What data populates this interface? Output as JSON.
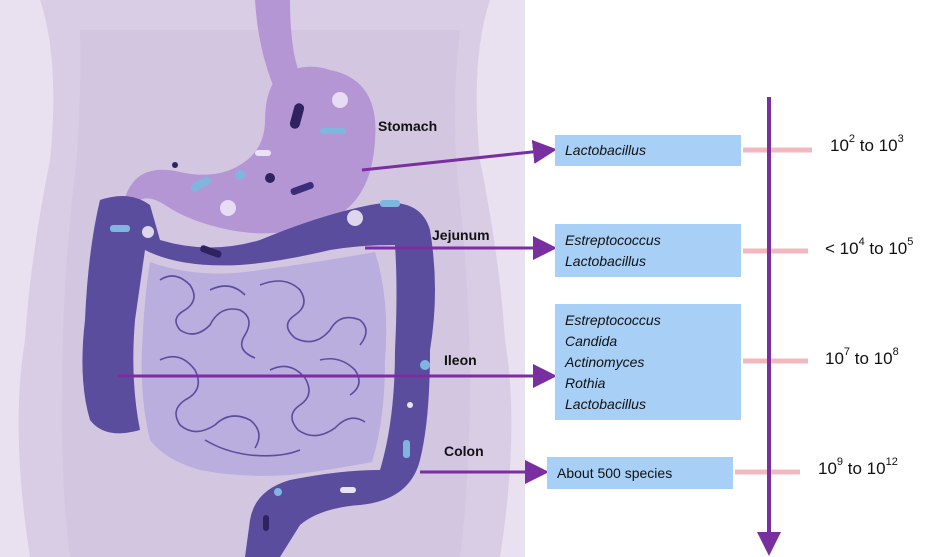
{
  "regions": [
    {
      "name": "Stomach",
      "species": [
        "Lactobacillus"
      ],
      "italic": true,
      "count": {
        "low_base": "10",
        "low_exp": "2",
        "joiner": "to",
        "high_base": "10",
        "high_exp": "3",
        "prefix": ""
      }
    },
    {
      "name": "Jejunum",
      "species": [
        "Estreptococcus",
        "Lactobacillus"
      ],
      "italic": true,
      "count": {
        "low_base": "10",
        "low_exp": "4",
        "joiner": "to",
        "high_base": "10",
        "high_exp": "5",
        "prefix": "<"
      }
    },
    {
      "name": "Ileon",
      "species": [
        "Estreptococcus",
        "Candida",
        "Actinomyces",
        "Rothia",
        "Lactobacillus"
      ],
      "italic": true,
      "count": {
        "low_base": "10",
        "low_exp": "7",
        "joiner": "to",
        "high_base": "10",
        "high_exp": "8",
        "prefix": ""
      }
    },
    {
      "name": "Colon",
      "species": [
        "About 500 species"
      ],
      "italic": false,
      "count": {
        "low_base": "10",
        "low_exp": "9",
        "joiner": "to",
        "high_base": "10",
        "high_exp": "12",
        "prefix": ""
      }
    }
  ],
  "colors": {
    "body_bg": "#e9e1ef",
    "body_inner": "#d7cbe4",
    "stomach": "#b596d4",
    "intestine_dark": "#5b4d9e",
    "small_intestine": "#b9aede",
    "arrow": "#7a2fa0",
    "box": "#a8d0f7",
    "tick": "#f2b8c0"
  }
}
